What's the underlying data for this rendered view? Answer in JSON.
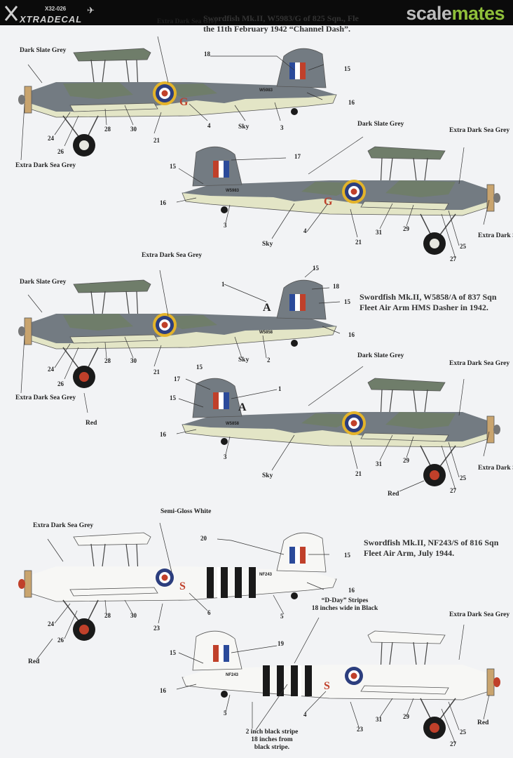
{
  "header": {
    "brand_code": "X32-026",
    "brand_name": "XTRADECAL",
    "site_logo_part1": "scale",
    "site_logo_part2": "mates"
  },
  "captions": {
    "c1_line1": "Swordfish Mk.II, W5983/G of 825 Sqn., Fle",
    "c1_line2": "the 11th February 1942 “Channel Dash”.",
    "c2_line1": "Swordfish Mk.II, W5858/A of 837 Sqn",
    "c2_line2": "Fleet Air Arm HMS Dasher in 1942.",
    "c3_line1": "Swordfish Mk.II, NF243/S of 816 Sqn",
    "c3_line2": "Fleet Air Arm, July 1944."
  },
  "colors": {
    "dark_slate_grey": "#6f7d6a",
    "extra_dark_sea_grey": "#737b82",
    "sky": "#e3e5c6",
    "white": "#f7f7f5",
    "red": "#c0402a",
    "roundel_yellow": "#e3b32a",
    "roundel_blue": "#2c3e7e",
    "fin_blue": "#2b4a9a",
    "black": "#1a1a1a",
    "wood": "#c9a46e"
  },
  "labels": {
    "dark_slate_grey": "Dark Slate Grey",
    "extra_dark_sea_grey": "Extra Dark Sea Grey",
    "sky": "Sky",
    "red": "Red",
    "semi_gloss_white": "Semi-Gloss White",
    "dday_line1": "“D-Day” Stripes",
    "dday_line2": "18 inches wide in Black",
    "stripe_note_1": "2 inch black stripe",
    "stripe_note_2": "18 inches from",
    "stripe_note_3": "black stripe."
  },
  "numbers": {
    "n1": "1",
    "n2": "2",
    "n3": "3",
    "n4": "4",
    "n5": "5",
    "n6": "6",
    "n15": "15",
    "n16": "16",
    "n17": "17",
    "n18": "18",
    "n19": "19",
    "n20": "20",
    "n21": "21",
    "n23": "23",
    "n24": "24",
    "n25": "25",
    "n26": "26",
    "n27": "27",
    "n28": "28",
    "n29": "29",
    "n30": "30",
    "n31": "31"
  },
  "aircraft": [
    {
      "code_letter": "G",
      "fuselage_text": "W5983"
    },
    {
      "code_letter": "G",
      "fuselage_text": "W5983"
    },
    {
      "code_letter": "A",
      "fuselage_text": "W5858"
    },
    {
      "code_letter": "A",
      "fuselage_text": "W5858"
    },
    {
      "code_letter": "S",
      "fuselage_text": "NF243"
    },
    {
      "code_letter": "S",
      "fuselage_text": "NF243"
    }
  ]
}
